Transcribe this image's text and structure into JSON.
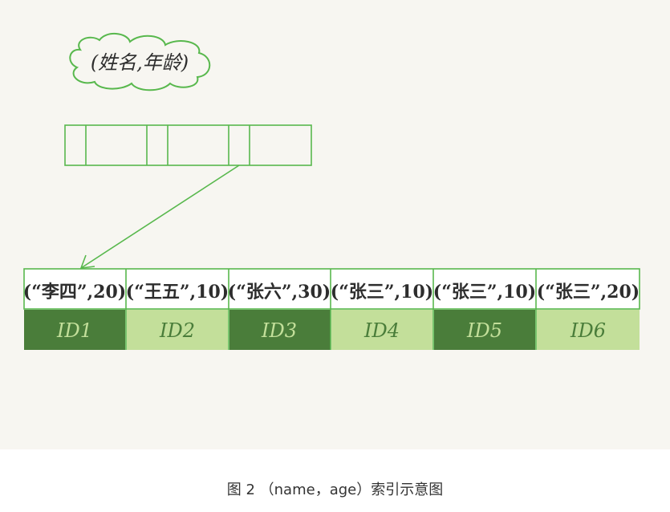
{
  "diagram": {
    "index_label": "(姓名,年龄)",
    "root_node_slots": 6,
    "leaf_keys": [
      "(“李四”,20)",
      "(“王五”,10)",
      "(“张六”,30)",
      "(“张三”,10)",
      "(“张三”,10)",
      "(“张三”,20)"
    ],
    "leaf_ids": [
      "ID1",
      "ID2",
      "ID3",
      "ID4",
      "ID5",
      "ID6"
    ],
    "colors": {
      "line": "#58b84d",
      "dark_fill": "#4a7d3a",
      "light_fill": "#c3df9a",
      "background": "#f7f6f1"
    }
  },
  "caption": "图 2 （name，age）索引示意图"
}
